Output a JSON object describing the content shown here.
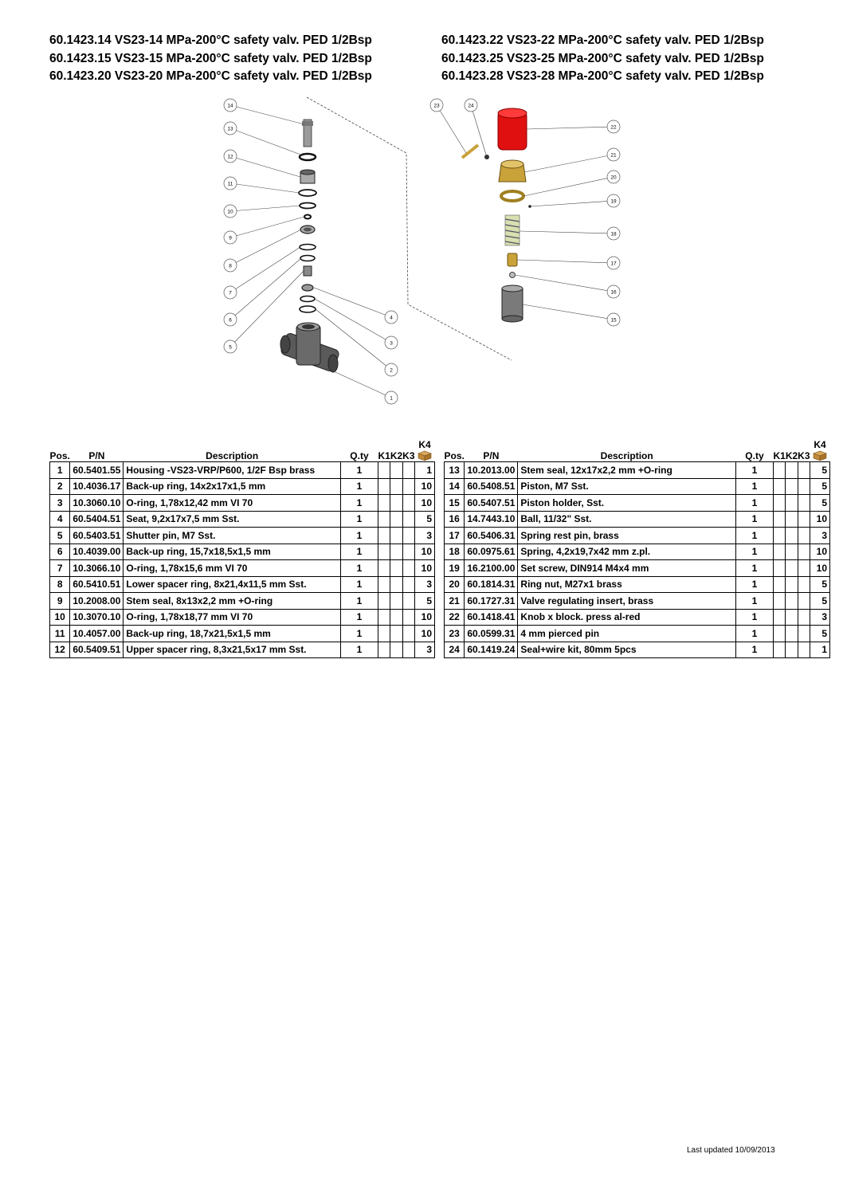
{
  "titles": {
    "left": [
      "60.1423.14 VS23-14 MPa-200°C safety valv. PED 1/2Bsp",
      "60.1423.15 VS23-15 MPa-200°C safety valv. PED 1/2Bsp",
      "60.1423.20 VS23-20 MPa-200°C safety valv. PED 1/2Bsp"
    ],
    "right": [
      "60.1423.22 VS23-22 MPa-200°C safety valv. PED 1/2Bsp",
      "60.1423.25 VS23-25 MPa-200°C safety valv. PED 1/2Bsp",
      "60.1423.28 VS23-28 MPa-200°C safety valv. PED 1/2Bsp"
    ]
  },
  "diagram": {
    "callouts": [
      "14",
      "13",
      "12",
      "11",
      "10",
      "9",
      "8",
      "7",
      "6",
      "5",
      "4",
      "3",
      "2",
      "1",
      "23",
      "24",
      "22",
      "21",
      "20",
      "19",
      "18",
      "17",
      "16",
      "15"
    ],
    "colors": {
      "knob": "#e01010",
      "brass": "#c9a23a",
      "spring": "#b8c48a",
      "steel": "#8a8a8a",
      "housing": "#5a5a5a"
    }
  },
  "table": {
    "headers": {
      "pos": "Pos.",
      "pn": "P/N",
      "desc": "Description",
      "qty": "Q.ty",
      "k1": "K1",
      "k2": "K2",
      "k3": "K3",
      "k4": "K4"
    },
    "header_icon": "box-icon",
    "left_rows": [
      {
        "pos": "1",
        "pn": "60.5401.55",
        "desc": "Housing -VS23-VRP/P600, 1/2F Bsp brass",
        "qty": "1",
        "k4": "1"
      },
      {
        "pos": "2",
        "pn": "10.4036.17",
        "desc": "Back-up ring, 14x2x17x1,5 mm",
        "qty": "1",
        "k4": "10"
      },
      {
        "pos": "3",
        "pn": "10.3060.10",
        "desc": "O-ring, 1,78x12,42 mm VI 70",
        "qty": "1",
        "k4": "10"
      },
      {
        "pos": "4",
        "pn": "60.5404.51",
        "desc": "Seat, 9,2x17x7,5 mm Sst.",
        "qty": "1",
        "k4": "5"
      },
      {
        "pos": "5",
        "pn": "60.5403.51",
        "desc": "Shutter pin, M7 Sst.",
        "qty": "1",
        "k4": "3"
      },
      {
        "pos": "6",
        "pn": "10.4039.00",
        "desc": "Back-up ring, 15,7x18,5x1,5 mm",
        "qty": "1",
        "k4": "10"
      },
      {
        "pos": "7",
        "pn": "10.3066.10",
        "desc": "O-ring, 1,78x15,6 mm VI 70",
        "qty": "1",
        "k4": "10"
      },
      {
        "pos": "8",
        "pn": "60.5410.51",
        "desc": "Lower spacer ring, 8x21,4x11,5 mm Sst.",
        "qty": "1",
        "k4": "3"
      },
      {
        "pos": "9",
        "pn": "10.2008.00",
        "desc": "Stem seal, 8x13x2,2 mm +O-ring",
        "qty": "1",
        "k4": "5"
      },
      {
        "pos": "10",
        "pn": "10.3070.10",
        "desc": "O-ring, 1,78x18,77 mm VI 70",
        "qty": "1",
        "k4": "10"
      },
      {
        "pos": "11",
        "pn": "10.4057.00",
        "desc": "Back-up ring, 18,7x21,5x1,5 mm",
        "qty": "1",
        "k4": "10"
      },
      {
        "pos": "12",
        "pn": "60.5409.51",
        "desc": "Upper spacer ring, 8,3x21,5x17 mm Sst.",
        "qty": "1",
        "k4": "3"
      }
    ],
    "right_rows": [
      {
        "pos": "13",
        "pn": "10.2013.00",
        "desc": "Stem seal, 12x17x2,2 mm +O-ring",
        "qty": "1",
        "k4": "5"
      },
      {
        "pos": "14",
        "pn": "60.5408.51",
        "desc": "Piston, M7 Sst.",
        "qty": "1",
        "k4": "5"
      },
      {
        "pos": "15",
        "pn": "60.5407.51",
        "desc": "Piston holder, Sst.",
        "qty": "1",
        "k4": "5"
      },
      {
        "pos": "16",
        "pn": "14.7443.10",
        "desc": "Ball, 11/32\" Sst.",
        "qty": "1",
        "k4": "10"
      },
      {
        "pos": "17",
        "pn": "60.5406.31",
        "desc": "Spring rest pin, brass",
        "qty": "1",
        "k4": "3"
      },
      {
        "pos": "18",
        "pn": "60.0975.61",
        "desc": "Spring, 4,2x19,7x42 mm z.pl.",
        "qty": "1",
        "k4": "10"
      },
      {
        "pos": "19",
        "pn": "16.2100.00",
        "desc": "Set screw, DIN914 M4x4 mm",
        "qty": "1",
        "k4": "10"
      },
      {
        "pos": "20",
        "pn": "60.1814.31",
        "desc": "Ring nut, M27x1 brass",
        "qty": "1",
        "k4": "5"
      },
      {
        "pos": "21",
        "pn": "60.1727.31",
        "desc": "Valve regulating insert, brass",
        "qty": "1",
        "k4": "5"
      },
      {
        "pos": "22",
        "pn": "60.1418.41",
        "desc": "Knob x block. press al-red",
        "qty": "1",
        "k4": "3"
      },
      {
        "pos": "23",
        "pn": "60.0599.31",
        "desc": "4 mm pierced pin",
        "qty": "1",
        "k4": "5"
      },
      {
        "pos": "24",
        "pn": "60.1419.24",
        "desc": "Seal+wire kit, 80mm 5pcs",
        "qty": "1",
        "k4": "1"
      }
    ]
  },
  "footer": {
    "updated": "Last updated 10/09/2013"
  }
}
